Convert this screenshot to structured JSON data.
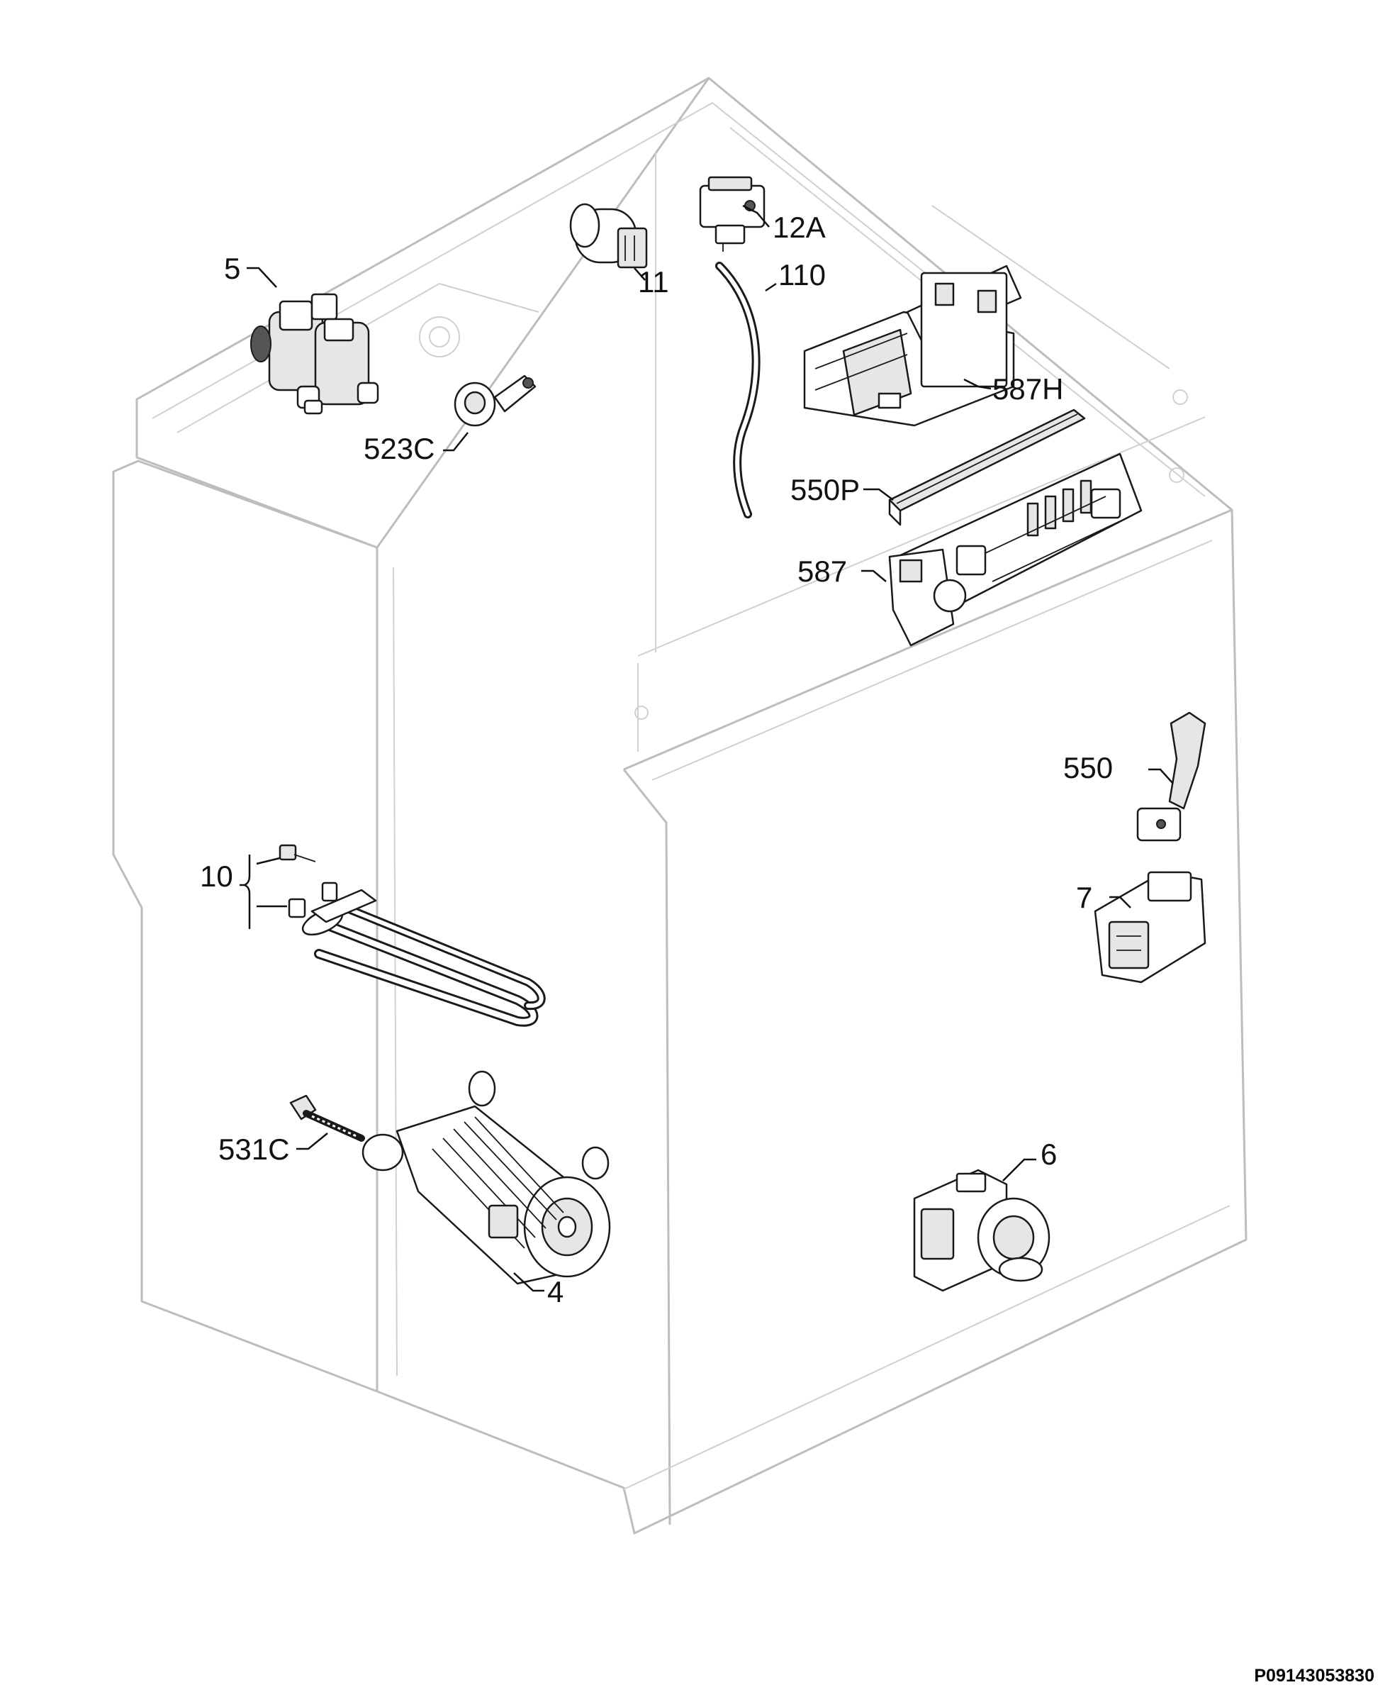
{
  "labels": {
    "p5": "5",
    "p11": "11",
    "p12a": "12A",
    "p110": "110",
    "p523c": "523C",
    "p587h": "587H",
    "p550p": "550P",
    "p587": "587",
    "p550": "550",
    "p7": "7",
    "p10": "10",
    "p531c": "531C",
    "p4": "4",
    "p6": "6"
  },
  "document_id": "P09143053830"
}
